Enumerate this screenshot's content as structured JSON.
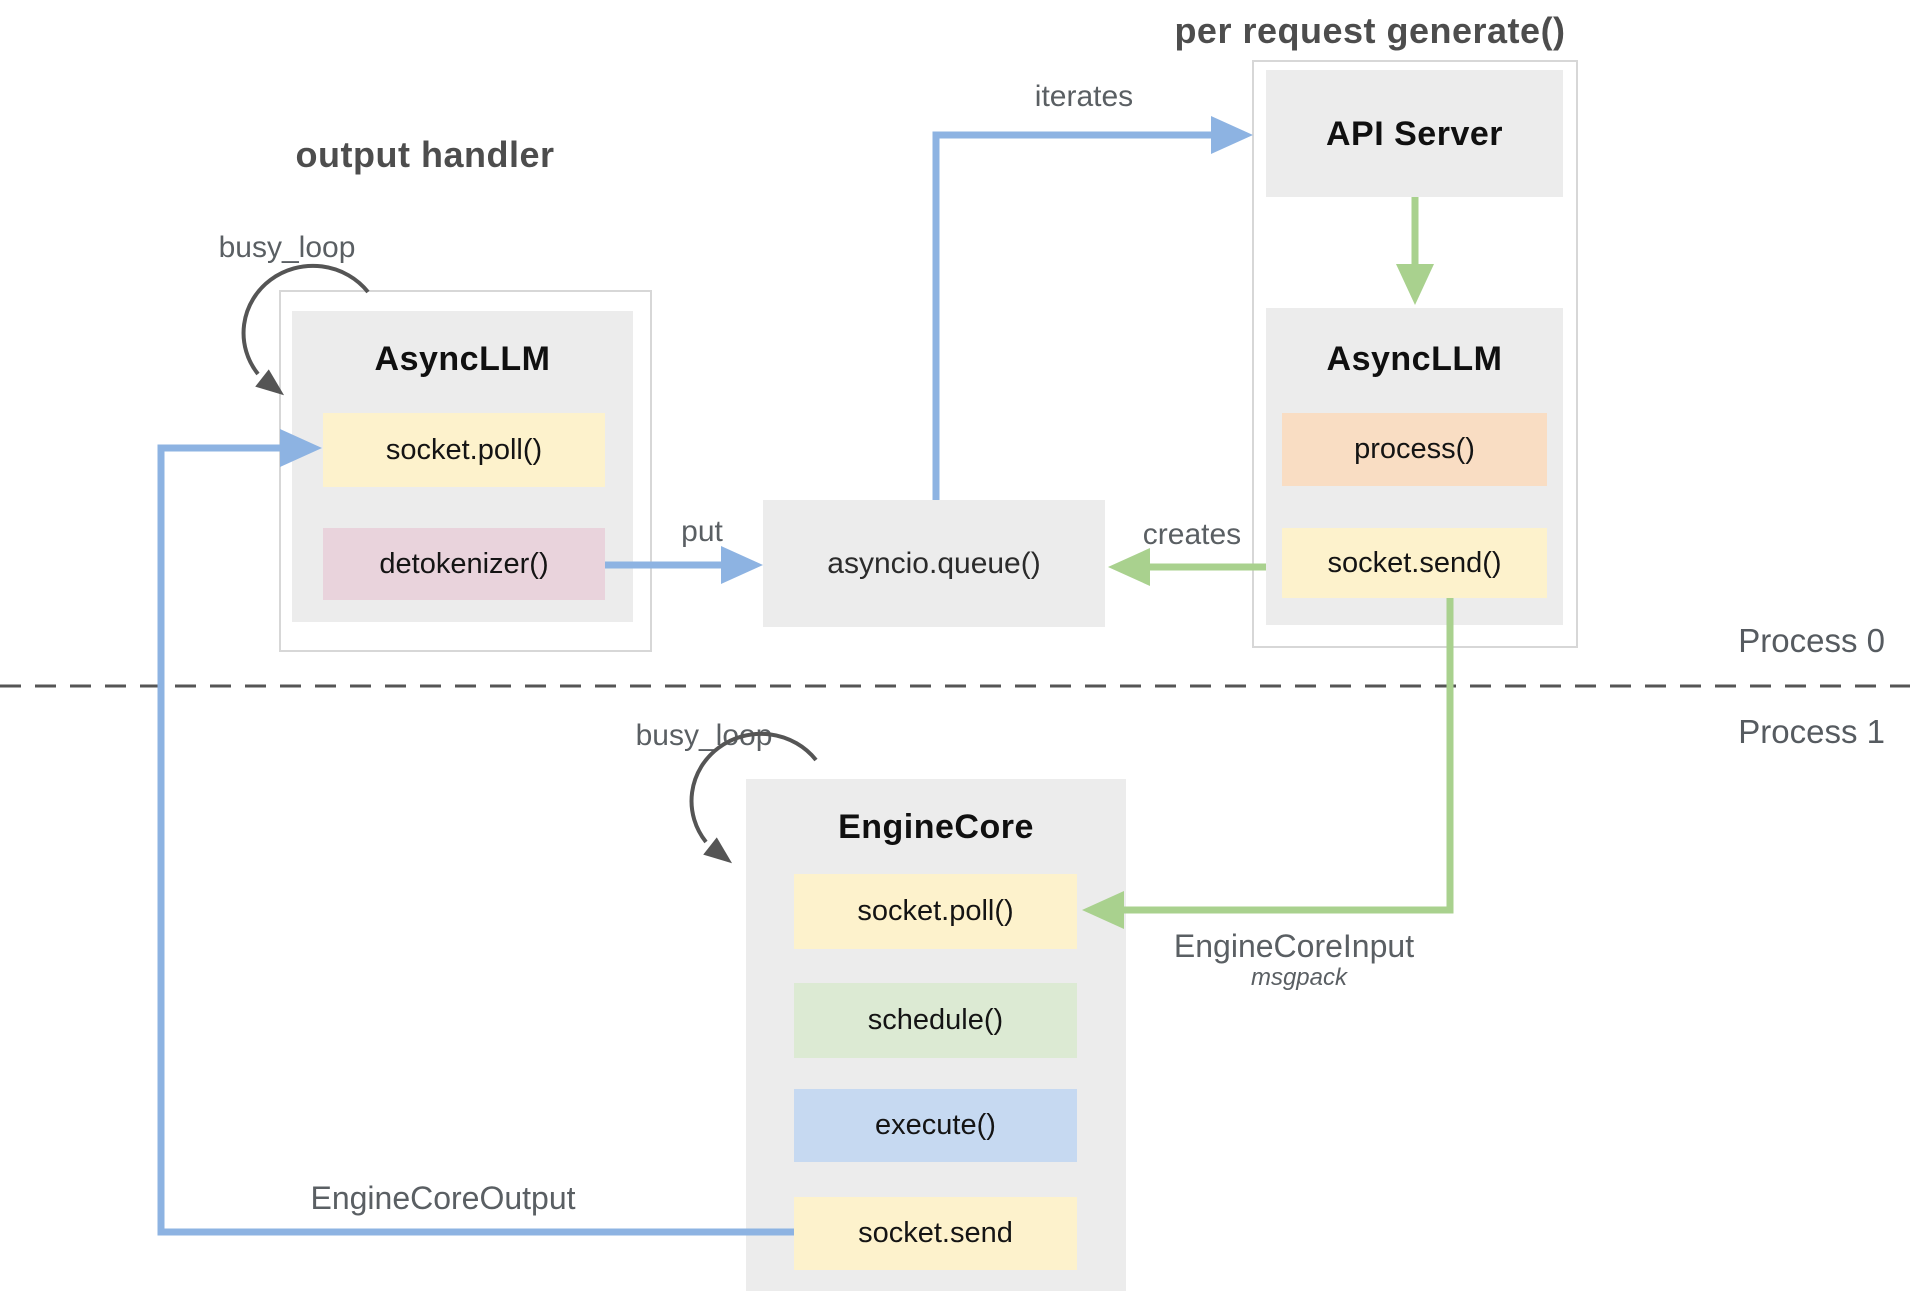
{
  "titles": {
    "output_handler": "output handler",
    "per_request_generate": "per request generate()"
  },
  "process_labels": {
    "process0": "Process 0",
    "process1": "Process 1"
  },
  "left_group": {
    "busy_loop_label": "busy_loop",
    "box_title": "AsyncLLM",
    "cells": [
      {
        "label": "socket.poll()",
        "color": "#fdf2cc"
      },
      {
        "label": "detokenizer()",
        "color": "#e9d3dc"
      }
    ]
  },
  "right_group": {
    "api_server_label": "API Server",
    "box_title": "AsyncLLM",
    "cells": [
      {
        "label": "process()",
        "color": "#f9ddc3"
      },
      {
        "label": "socket.send()",
        "color": "#fdf2cc"
      }
    ]
  },
  "queue_box": {
    "label": "asyncio.queue()"
  },
  "engine_core": {
    "busy_loop_label": "busy_loop",
    "box_title": "EngineCore",
    "cells": [
      {
        "label": "socket.poll()",
        "color": "#fdf2cc"
      },
      {
        "label": "schedule()",
        "color": "#dcead3"
      },
      {
        "label": "execute()",
        "color": "#c6d9f1"
      },
      {
        "label": "socket.send",
        "color": "#fdf2cc"
      }
    ]
  },
  "edge_labels": {
    "iterates": "iterates",
    "put": "put",
    "creates": "creates",
    "engine_core_input": "EngineCoreInput",
    "engine_core_input_format": "msgpack",
    "engine_core_output": "EngineCoreOutput"
  },
  "colors": {
    "container_fill": "#ececec",
    "yellow_cell": "#fdf2cc",
    "peach_cell": "#f9ddc3",
    "pink_cell": "#e9d3dc",
    "green_cell": "#dcead3",
    "blue_cell": "#c6d9f1",
    "blue_arrow": "#8db3e2",
    "green_arrow": "#a9d18e",
    "dark_arrow": "#555555",
    "label_gray": "#5a5f63"
  }
}
